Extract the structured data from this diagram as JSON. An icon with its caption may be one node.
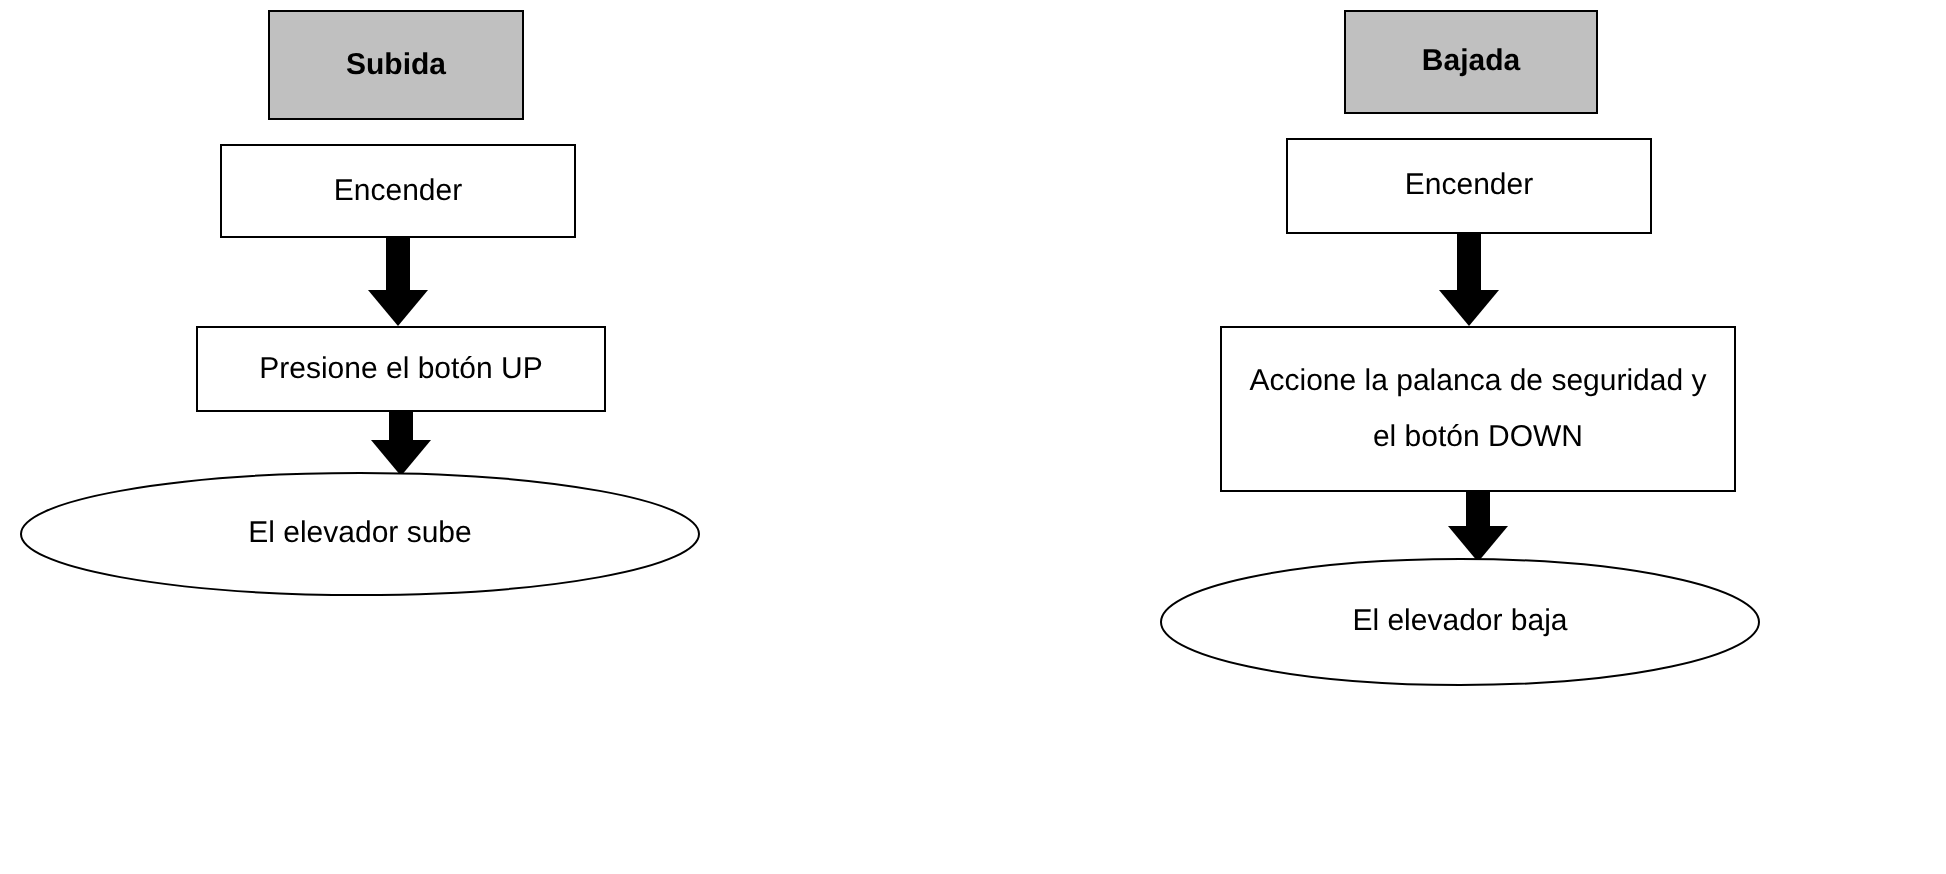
{
  "diagram": {
    "nodes": [
      {
        "text": [
          "Subida"
        ]
      },
      {
        "text": [
          "Encender"
        ]
      },
      {
        "text": [
          "Presione el botón UP"
        ]
      },
      {
        "text": [
          "El elevador sube"
        ]
      },
      {
        "text": [
          "Bajada"
        ]
      },
      {
        "text": [
          "Encender"
        ]
      },
      {
        "text": [
          "Accione la palanca de seguridad y el botón DOWN"
        ]
      },
      {
        "text": [
          "El elevador baja"
        ]
      }
    ],
    "edges": [
      {
        "from": 1,
        "to": 2,
        "arrow": "to"
      },
      {
        "from": 2,
        "to": 3,
        "arrow": "to"
      },
      {
        "from": 5,
        "to": 6,
        "arrow": "to"
      },
      {
        "from": 6,
        "to": 7,
        "arrow": "to"
      }
    ]
  }
}
